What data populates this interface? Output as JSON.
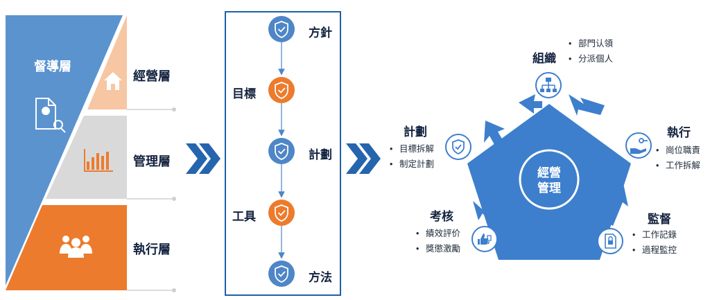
{
  "tiers": {
    "supervision": "督導層",
    "operation": "經營層",
    "management": "管理層",
    "execution": "執行層"
  },
  "process": {
    "steps": [
      "方針",
      "目標",
      "計劃",
      "工具",
      "方法"
    ],
    "colors": {
      "blue": "#4e86c7",
      "orange": "#ec7b2d"
    }
  },
  "cycle": {
    "core": [
      "經營",
      "管理"
    ],
    "stages": [
      {
        "title": "組織",
        "items": [
          "部門认領",
          "分派個人"
        ],
        "icon": "org-chart-icon"
      },
      {
        "title": "執行",
        "items": [
          "崗位職責",
          "工作拆解"
        ],
        "icon": "hand-key-icon"
      },
      {
        "title": "監督",
        "items": [
          "工作記錄",
          "過程監控"
        ],
        "icon": "document-lock-icon"
      },
      {
        "title": "考核",
        "items": [
          "績效評价",
          "獎懲激勵"
        ],
        "icon": "thumbs-icon"
      },
      {
        "title": "計劃",
        "items": [
          "目標拆解",
          "制定計劃"
        ],
        "icon": "shield-check-icon"
      }
    ]
  },
  "colors": {
    "tier_blue": "#5b93cf",
    "tier_peach": "#f7c6a3",
    "tier_gray": "#d9d9d9",
    "tier_orange": "#ec7b2d",
    "dark_blue": "#2565ae",
    "cycle_blue": "#3d7fcc",
    "text": "#14233f"
  }
}
